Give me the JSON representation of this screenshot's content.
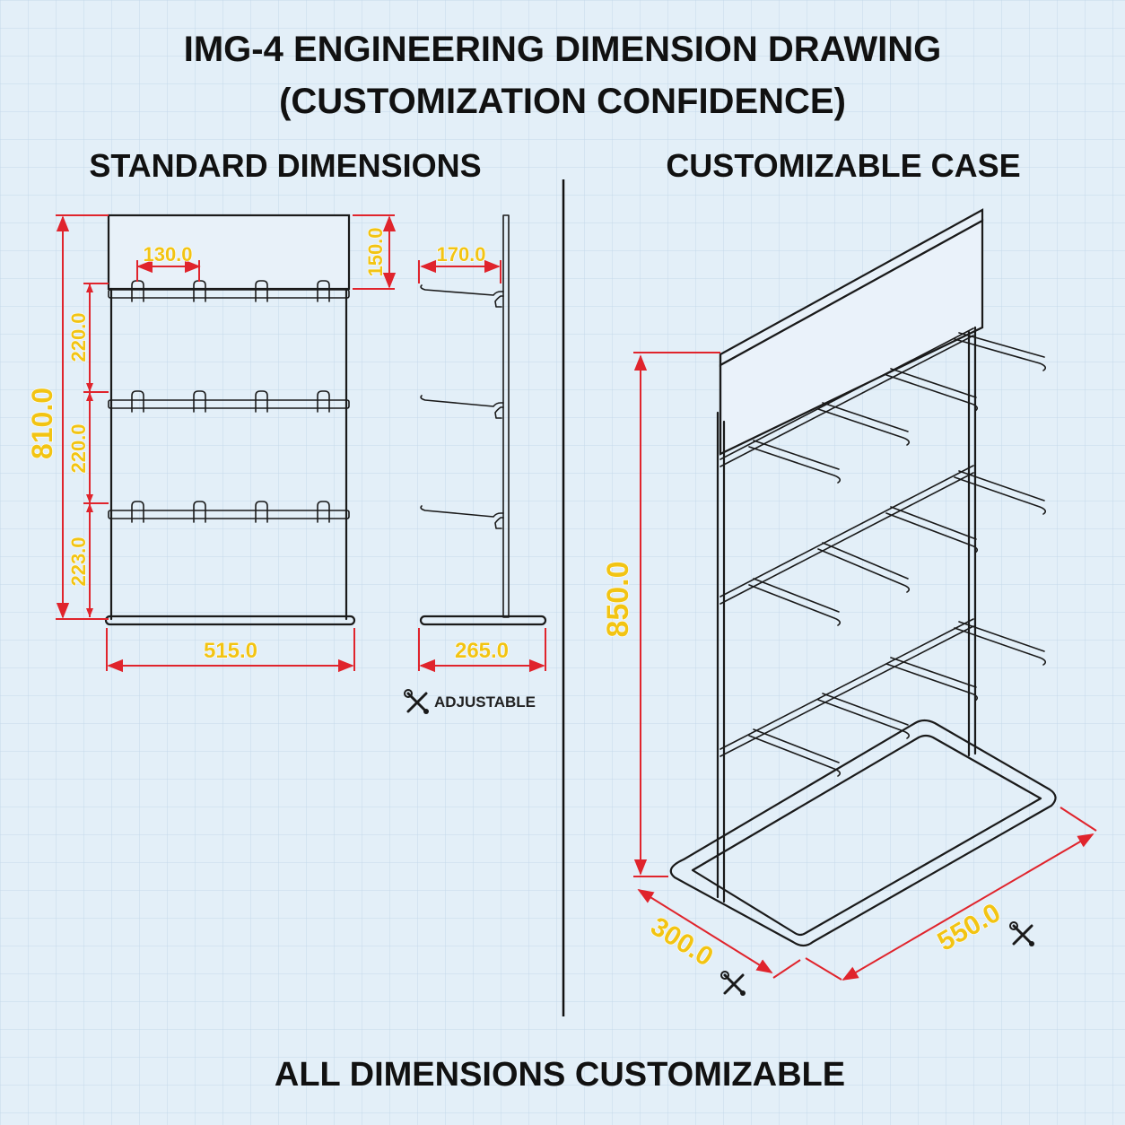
{
  "title": {
    "line1": "IMG-4 ENGINEERING DIMENSION DRAWING",
    "line2": "(CUSTOMIZATION CONFIDENCE)"
  },
  "sections": {
    "left": "STANDARD DIMENSIONS",
    "right": "CUSTOMIZABLE CASE"
  },
  "front_view": {
    "total_height": "810.0",
    "header_height": "150.0",
    "hook_spacing": "130.0",
    "tier_1": "220.0",
    "tier_2": "220.0",
    "tier_3": "223.0",
    "width": "515.0"
  },
  "side_view": {
    "hook_length": "170.0",
    "base_depth": "265.0"
  },
  "adjustable_label": "ADJUSTABLE",
  "iso_view": {
    "height": "850.0",
    "depth": "300.0",
    "width": "550.0"
  },
  "footer": "ALL DIMENSIONS CUSTOMIZABLE",
  "colors": {
    "grid_bg": "#e3eff8",
    "dimension_line": "#e0242c",
    "dimension_text": "#f2c413",
    "drawing_line": "#1a1a1a"
  }
}
